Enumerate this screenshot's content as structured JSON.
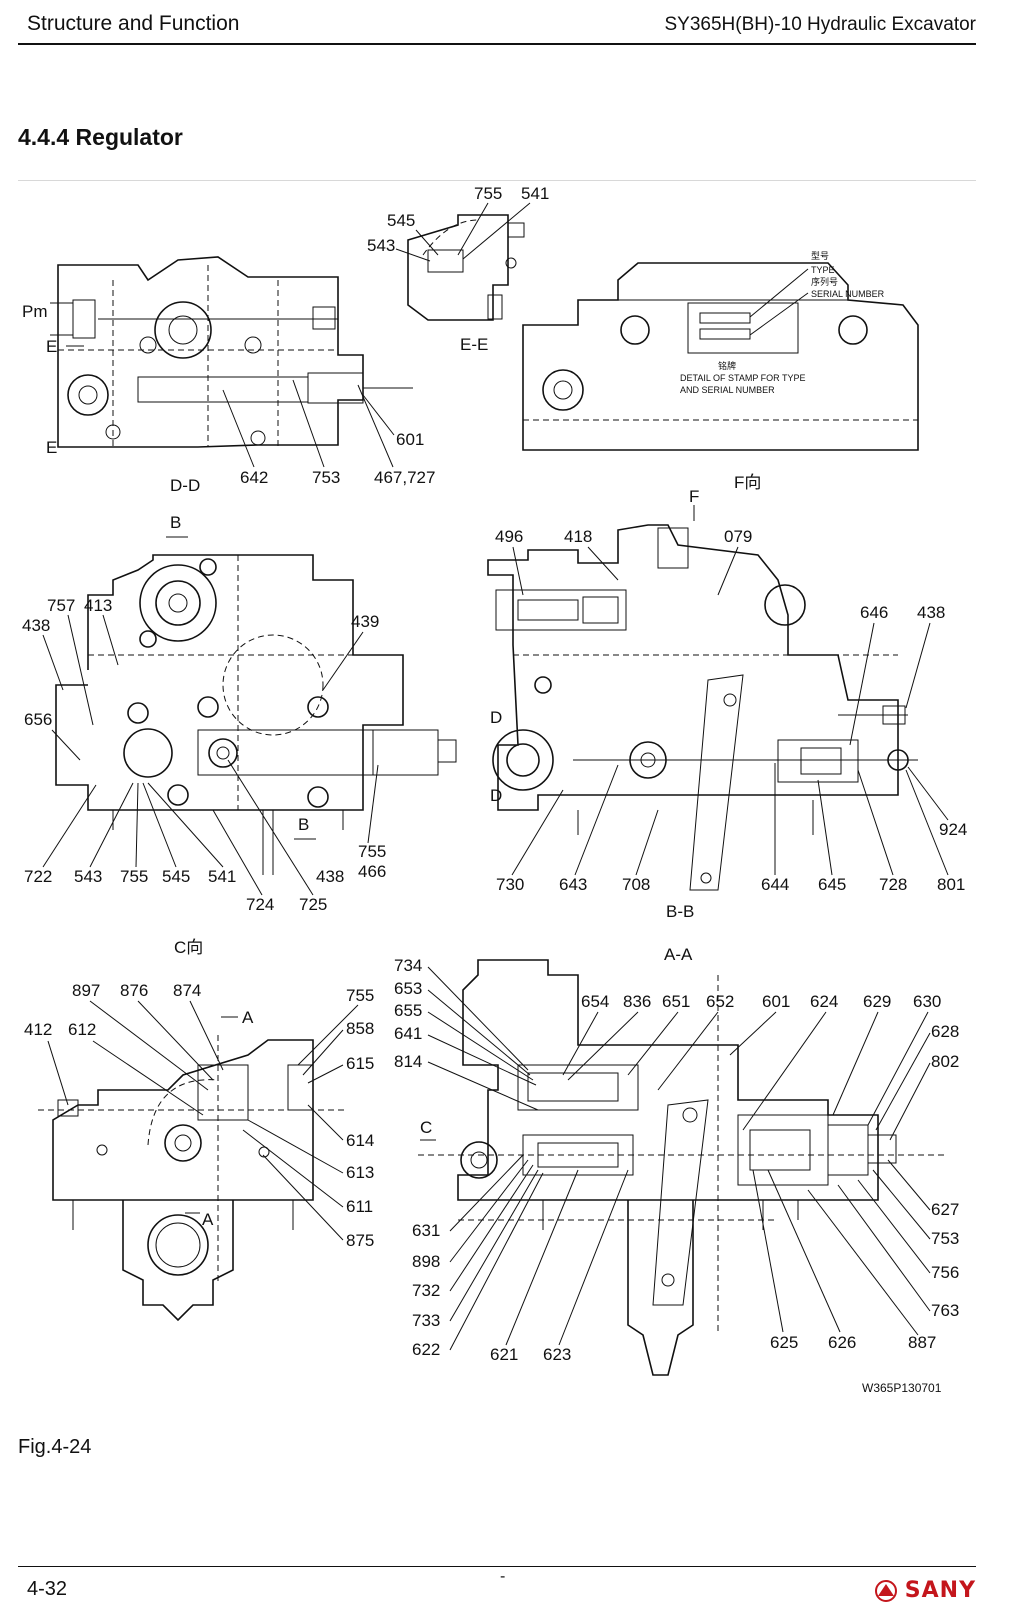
{
  "header": {
    "left": "Structure and Function",
    "right": "SY365H(BH)-10 Hydraulic Excavator"
  },
  "section_title": "4.4.4 Regulator",
  "figure": {
    "caption": "Fig.4-24",
    "code": "W365P130701",
    "views": {
      "dd": "D-D",
      "ee": "E-E",
      "f": "F向",
      "bb": "B-B",
      "c": "C向",
      "aa": "A-A"
    },
    "stamp": {
      "type_cn": "型号",
      "type_en": "TYPE",
      "serial_cn": "序列号",
      "serial_en": "SERIAL NUMBER",
      "detail_cn": "铭牌",
      "detail_en_1": "DETAIL OF STAMP FOR TYPE",
      "detail_en_2": "AND SERIAL NUMBER"
    },
    "markers": {
      "pm": "Pm",
      "e": "E",
      "b": "B",
      "d": "D",
      "f": "F",
      "a": "A",
      "c": "C"
    },
    "labels": {
      "p755a": "755",
      "p541a": "541",
      "p545a": "545",
      "p543a": "543",
      "p601a": "601",
      "p642": "642",
      "p753a": "753",
      "p467": "467,727",
      "p496": "496",
      "p418": "418",
      "p079": "079",
      "p757": "757",
      "p413": "413",
      "p438a": "438",
      "p439": "439",
      "p656": "656",
      "p646": "646",
      "p438b": "438",
      "p924": "924",
      "p722": "722",
      "p543b": "543",
      "p755b": "755",
      "p545b": "545",
      "p541b": "541",
      "p724": "724",
      "p725": "725",
      "p438c": "438",
      "p755c": "755",
      "p466": "466",
      "p730": "730",
      "p643": "643",
      "p708": "708",
      "p644": "644",
      "p645": "645",
      "p728": "728",
      "p801": "801",
      "p897": "897",
      "p876": "876",
      "p874": "874",
      "p755d": "755",
      "p858": "858",
      "p412": "412",
      "p612": "612",
      "p615": "615",
      "p614": "614",
      "p613": "613",
      "p611": "611",
      "p875": "875",
      "p734": "734",
      "p653": "653",
      "p655": "655",
      "p641": "641",
      "p814": "814",
      "p654": "654",
      "p836": "836",
      "p651": "651",
      "p652": "652",
      "p601b": "601",
      "p624": "624",
      "p629": "629",
      "p630": "630",
      "p628": "628",
      "p802": "802",
      "p627": "627",
      "p753b": "753",
      "p756": "756",
      "p763": "763",
      "p887": "887",
      "p631": "631",
      "p898": "898",
      "p732": "732",
      "p733": "733",
      "p622": "622",
      "p621": "621",
      "p623": "623",
      "p625": "625",
      "p626": "626"
    }
  },
  "footer": {
    "page": "4-32",
    "center": "-",
    "brand": "SANY",
    "brand_color": "#c4161c"
  }
}
